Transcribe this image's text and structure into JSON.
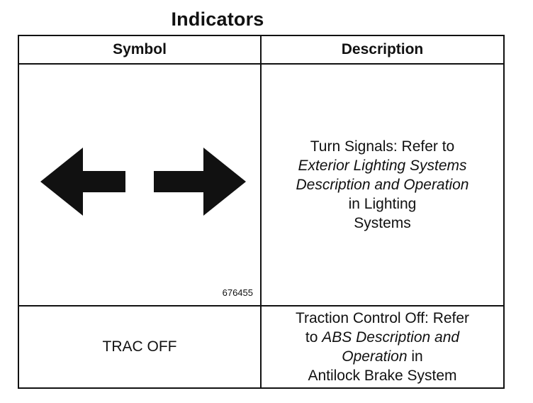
{
  "title": "Indicators",
  "table": {
    "headers": {
      "symbol": "Symbol",
      "description": "Description"
    },
    "rows": [
      {
        "symbol_icon": "turn-signal-arrows-icon",
        "figure_id": "676455",
        "description": {
          "line1": "Turn Signals: Refer to",
          "line2_italic": "Exterior Lighting Systems",
          "line3_italic": "Description and Operation",
          "line4": "in Lighting",
          "line5": "Systems"
        }
      },
      {
        "symbol_text": "TRAC OFF",
        "description": {
          "line1": "Traction Control Off: Refer",
          "line2_prefix": "to ",
          "line2_italic": "ABS Description and",
          "line3_italic": "Operation",
          "line3_suffix": " in",
          "line4": "Antilock Brake System"
        }
      }
    ]
  },
  "colors": {
    "ink": "#111111",
    "background": "#ffffff"
  }
}
